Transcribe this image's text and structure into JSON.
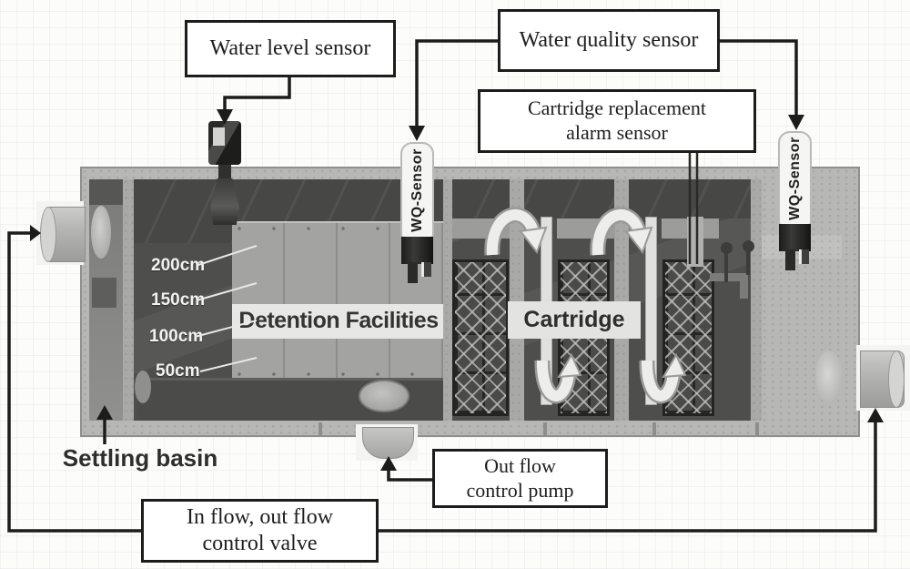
{
  "figure": {
    "callouts": {
      "water_level_sensor": "Water level sensor",
      "water_quality_sensor": "Water quality sensor",
      "cartridge_alarm": {
        "line1": "Cartridge replacement",
        "line2": "alarm sensor"
      },
      "out_flow_pump": {
        "line1": "Out flow",
        "line2": "control pump"
      },
      "in_out_valve": {
        "line1": "In flow, out flow",
        "line2": "control valve"
      }
    },
    "tank_labels": {
      "settling_basin": "Settling basin",
      "detention_facilities": "Detention Facilities",
      "cartridge": "Cartridge"
    },
    "depth_scale": [
      "200cm",
      "150cm",
      "100cm",
      "50cm"
    ],
    "sensor_badges": {
      "wq1": "WQ-Sensor",
      "wq2": "WQ-Sensor"
    },
    "colors": {
      "callout_line": "#1c1c1c",
      "box_background": "#ffffff",
      "concrete": "#b7b7b5",
      "water": "#4e4e4c",
      "panel": "#a3a3a1",
      "label_band": "#e7e7e5",
      "flow_arrow": "#ededeb",
      "depth_text": "#f2f2f0"
    }
  }
}
